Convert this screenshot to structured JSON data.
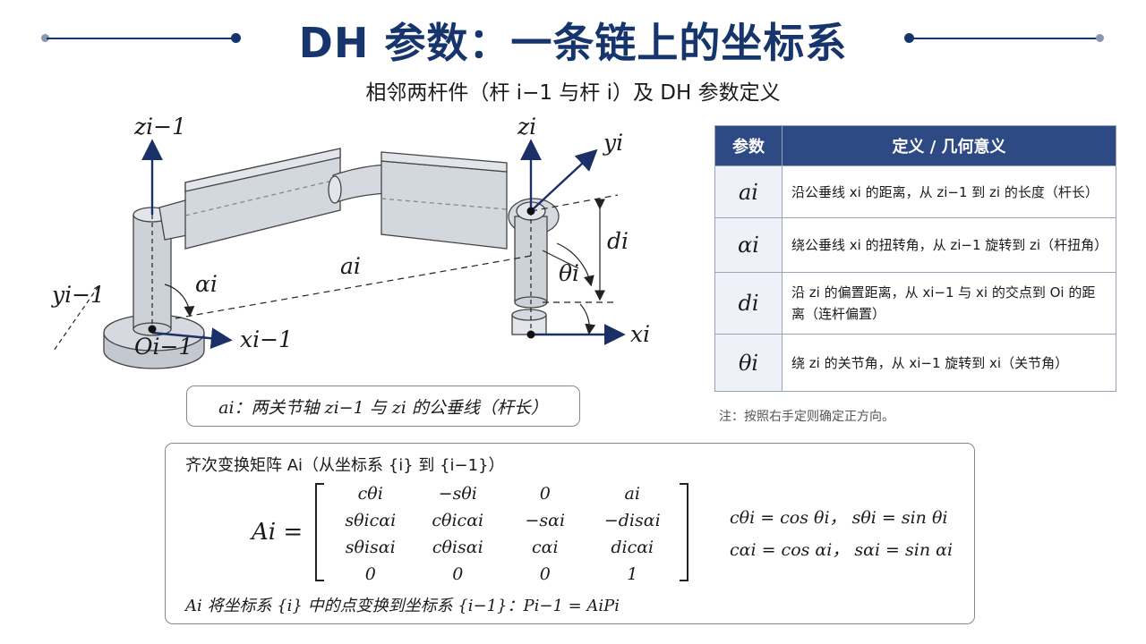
{
  "header": {
    "title": "DH 参数：一条链上的坐标系",
    "subtitle": "相邻两杆件（杆 i−1 与杆 i）及 DH 参数定义"
  },
  "colors": {
    "navy": "#17356d",
    "table_header": "#2d4a85",
    "link_fill": "#d6dae0"
  },
  "diagram": {
    "labels": {
      "z_prev": "zi−1",
      "z_cur": "zi",
      "y_cur": "yi",
      "y_prev": "yi−1",
      "x_prev": "xi−1",
      "x_cur": "xi",
      "o_prev": "Oi−1",
      "a": "ai",
      "alpha": "αi",
      "d": "di",
      "theta": "θi"
    },
    "caption": "ai：两关节轴 zi−1 与 zi 的公垂线（杆长）"
  },
  "table": {
    "headers": [
      "参数",
      "定义 / 几何意义"
    ],
    "rows": [
      {
        "symbol": "ai",
        "definition": "沿公垂线 xi 的距离，从 zi−1 到 zi 的长度（杆长）"
      },
      {
        "symbol": "αi",
        "definition": "绕公垂线 xi 的扭转角，从 zi−1 旋转到 zi（杆扭角）"
      },
      {
        "symbol": "di",
        "definition": "沿 zi 的偏置距离，从 xi−1 与 xi 的交点到 Oi 的距离（连杆偏置）"
      },
      {
        "symbol": "θi",
        "definition": "绕 zi 的关节角，从 xi−1 旋转到 xi（关节角）"
      }
    ],
    "note": "注：按照右手定则确定正方向。"
  },
  "matrix": {
    "title": "齐次变换矩阵 Ai（从坐标系 {i} 到 {i−1}）",
    "lhs": "Ai =",
    "cells": [
      [
        "cθi",
        "−sθi",
        "0",
        "ai"
      ],
      [
        "sθicαi",
        "cθicαi",
        "−sαi",
        "−disαi"
      ],
      [
        "sθisαi",
        "cθisαi",
        "cαi",
        "dicαi"
      ],
      [
        "0",
        "0",
        "0",
        "1"
      ]
    ],
    "defs": [
      "cθi = cos θi，  sθi = sin θi",
      "cαi = cos αi，  sαi = sin αi"
    ],
    "footer": "Ai 将坐标系 {i} 中的点变换到坐标系 {i−1}：Pi−1 = AiPi"
  }
}
